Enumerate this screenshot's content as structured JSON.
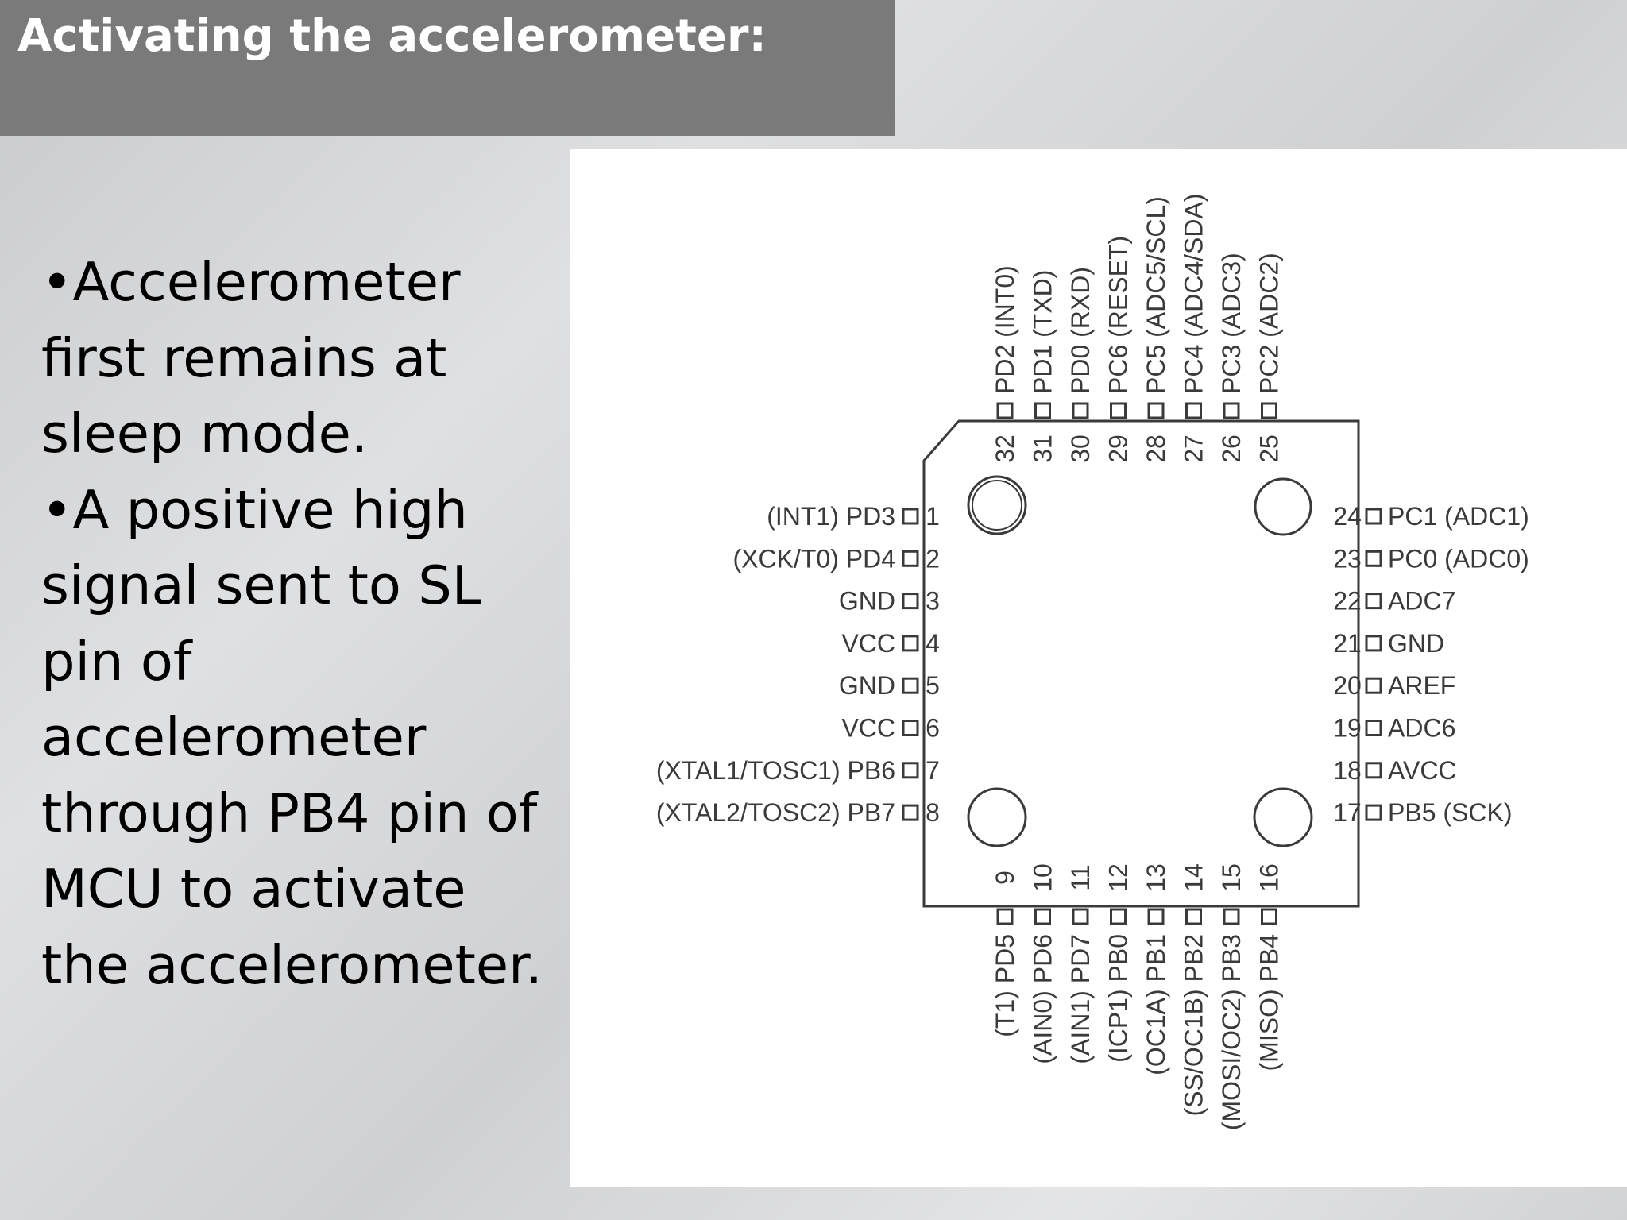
{
  "title": "Activating the accelerometer:",
  "bullets": [
    "•Accelerometer first remains at sleep mode.",
    "•A positive high signal sent to SL pin of accelerometer through PB4 pin of MCU to activate the accelerometer."
  ],
  "pinout": {
    "left": [
      {
        "num": "1",
        "label": "(INT1) PD3"
      },
      {
        "num": "2",
        "label": "(XCK/T0) PD4"
      },
      {
        "num": "3",
        "label": "GND"
      },
      {
        "num": "4",
        "label": "VCC"
      },
      {
        "num": "5",
        "label": "GND"
      },
      {
        "num": "6",
        "label": "VCC"
      },
      {
        "num": "7",
        "label": "(XTAL1/TOSC1) PB6"
      },
      {
        "num": "8",
        "label": "(XTAL2/TOSC2) PB7"
      }
    ],
    "right": [
      {
        "num": "24",
        "label": "PC1 (ADC1)"
      },
      {
        "num": "23",
        "label": "PC0 (ADC0)"
      },
      {
        "num": "22",
        "label": "ADC7"
      },
      {
        "num": "21",
        "label": "GND"
      },
      {
        "num": "20",
        "label": "AREF"
      },
      {
        "num": "19",
        "label": "ADC6"
      },
      {
        "num": "18",
        "label": "AVCC"
      },
      {
        "num": "17",
        "label": "PB5 (SCK)"
      }
    ],
    "top": [
      {
        "num": "32",
        "label": "PD2 (INT0)"
      },
      {
        "num": "31",
        "label": "PD1 (TXD)"
      },
      {
        "num": "30",
        "label": "PD0 (RXD)"
      },
      {
        "num": "29",
        "label": "PC6 (RESET)"
      },
      {
        "num": "28",
        "label": "PC5 (ADC5/SCL)"
      },
      {
        "num": "27",
        "label": "PC4 (ADC4/SDA)"
      },
      {
        "num": "26",
        "label": "PC3 (ADC3)"
      },
      {
        "num": "25",
        "label": "PC2 (ADC2)"
      }
    ],
    "bottom": [
      {
        "num": "9",
        "label": "(T1) PD5"
      },
      {
        "num": "10",
        "label": "(AIN0) PD6"
      },
      {
        "num": "11",
        "label": "(AIN1) PD7"
      },
      {
        "num": "12",
        "label": "(ICP1) PB0"
      },
      {
        "num": "13",
        "label": "(OC1A) PB1"
      },
      {
        "num": "14",
        "label": "(SS/OC1B) PB2"
      },
      {
        "num": "15",
        "label": "(MOSI/OC2) PB3"
      },
      {
        "num": "16",
        "label": "(MISO) PB4"
      }
    ]
  }
}
